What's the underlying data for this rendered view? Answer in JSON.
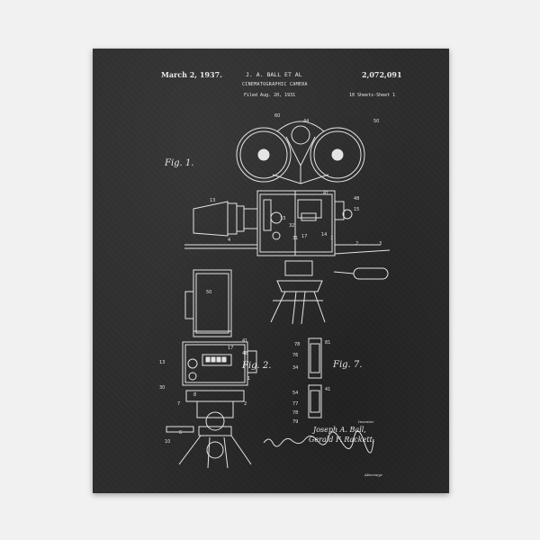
{
  "patent": {
    "date": "March 2, 1937.",
    "names": "J. A. BALL ET AL",
    "number": "2,072,091",
    "title": "CINEMATOGRAPHIC CAMERA",
    "filed": "Filed Aug. 20, 1931",
    "sheets": "10 Sheets-Sheet 1"
  },
  "figures": {
    "fig1": "Fig. 1.",
    "fig2": "Fig. 2.",
    "fig7": "Fig. 7."
  },
  "inventors": {
    "label": "Inventor",
    "name1": "Joseph A. Ball,",
    "name2": "Gerald F. Rackett,",
    "attorneys_label": "Attorneys"
  },
  "reference_numerals": [
    "60",
    "44",
    "50",
    "41",
    "48",
    "15",
    "13",
    "33",
    "32",
    "31",
    "17",
    "14",
    "1",
    "2",
    "3",
    "4",
    "50",
    "41",
    "48",
    "17",
    "13",
    "30",
    "7",
    "2",
    "8",
    "6",
    "10",
    "78",
    "81",
    "76",
    "34",
    "54",
    "41",
    "77",
    "78",
    "79"
  ],
  "colors": {
    "background": "#f1f1f1",
    "chalkboard": "#2c2c2c",
    "chalk": "#e4e4e4"
  }
}
